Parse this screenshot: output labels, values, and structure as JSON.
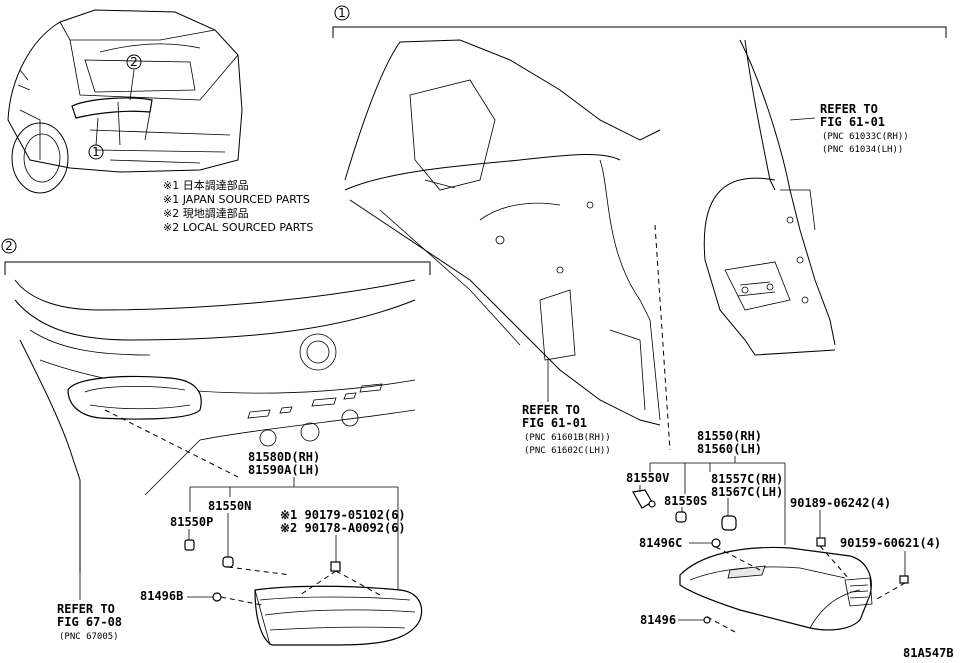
{
  "diagram_id": "81A547B",
  "callouts": {
    "one": "1",
    "two": "2"
  },
  "notes": [
    "※1 日本調達部品",
    "※1 JAPAN SOURCED PARTS",
    "※2 現地調達部品",
    "※2 LOCAL SOURCED PARTS"
  ],
  "refs": {
    "fig61_right": {
      "line1": "REFER TO",
      "line2": "FIG 61-01",
      "pnc1": "(PNC 61033C(RH))",
      "pnc2": "(PNC 61034(LH))"
    },
    "fig61_mid": {
      "line1": "REFER TO",
      "line2": "FIG 61-01",
      "pnc1": "(PNC 61601B(RH))",
      "pnc2": "(PNC 61602C(LH))"
    },
    "fig67": {
      "line1": "REFER TO",
      "line2": "FIG 67-08",
      "pnc1": "(PNC 67005)"
    }
  },
  "parts": {
    "p81580D": "81580D(RH)",
    "p81590A": "81590A(LH)",
    "p81550N": "81550N",
    "p81550P": "81550P",
    "p90179": "※1 90179-05102(6)",
    "p90178": "※2 90178-A0092(6)",
    "p81496B": "81496B",
    "p81550": "81550(RH)",
    "p81560": "81560(LH)",
    "p81550V": "81550V",
    "p81557C": "81557C(RH)",
    "p81567C": "81567C(LH)",
    "p81550S": "81550S",
    "p90189": "90189-06242(4)",
    "p81496C": "81496C",
    "p90159": "90159-60621(4)",
    "p81496": "81496"
  }
}
